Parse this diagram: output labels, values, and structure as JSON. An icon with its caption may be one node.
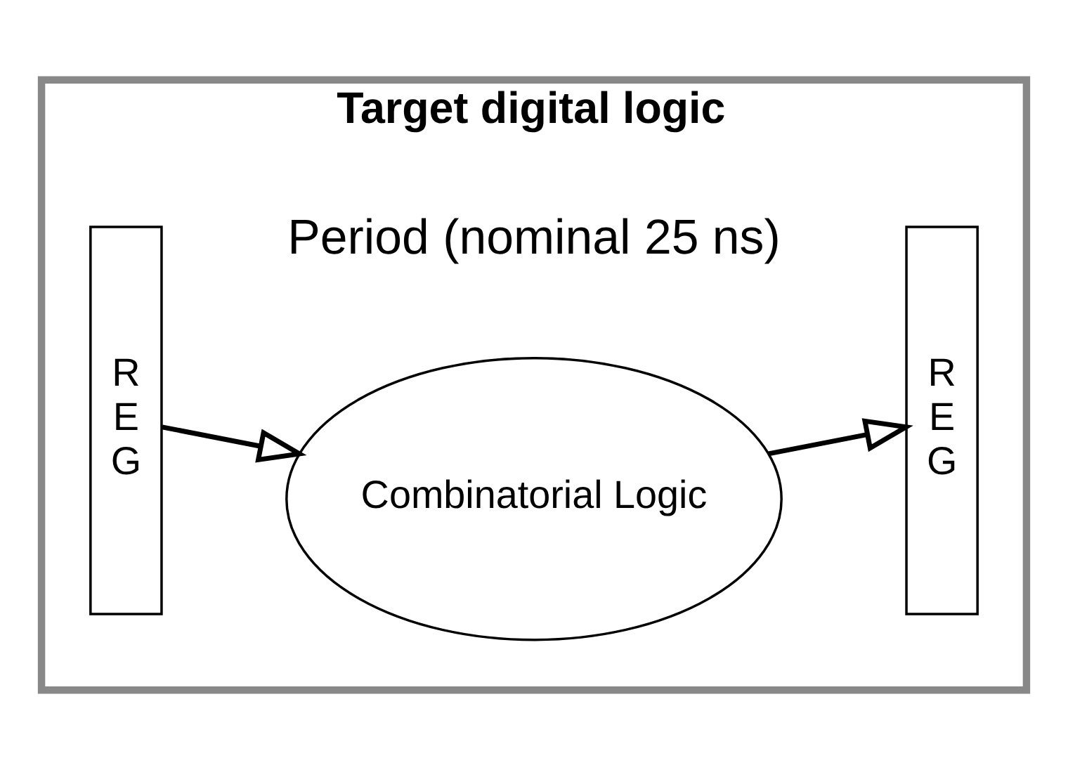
{
  "diagram": {
    "nodes": [
      {
        "text": [
          "Target digital logic"
        ]
      },
      {
        "text": [
          "R E G"
        ],
        "in": 0
      },
      {
        "text": [
          "Combinatorial Logic"
        ],
        "in": 0
      },
      {
        "text": [
          "R E G"
        ],
        "in": 0
      }
    ],
    "edges": [
      {
        "from": 1,
        "to": 2,
        "arrow": "to"
      },
      {
        "from": 2,
        "to": 3,
        "arrow": "to"
      }
    ],
    "labels": [
      "Period (nominal 25 ns)"
    ]
  }
}
